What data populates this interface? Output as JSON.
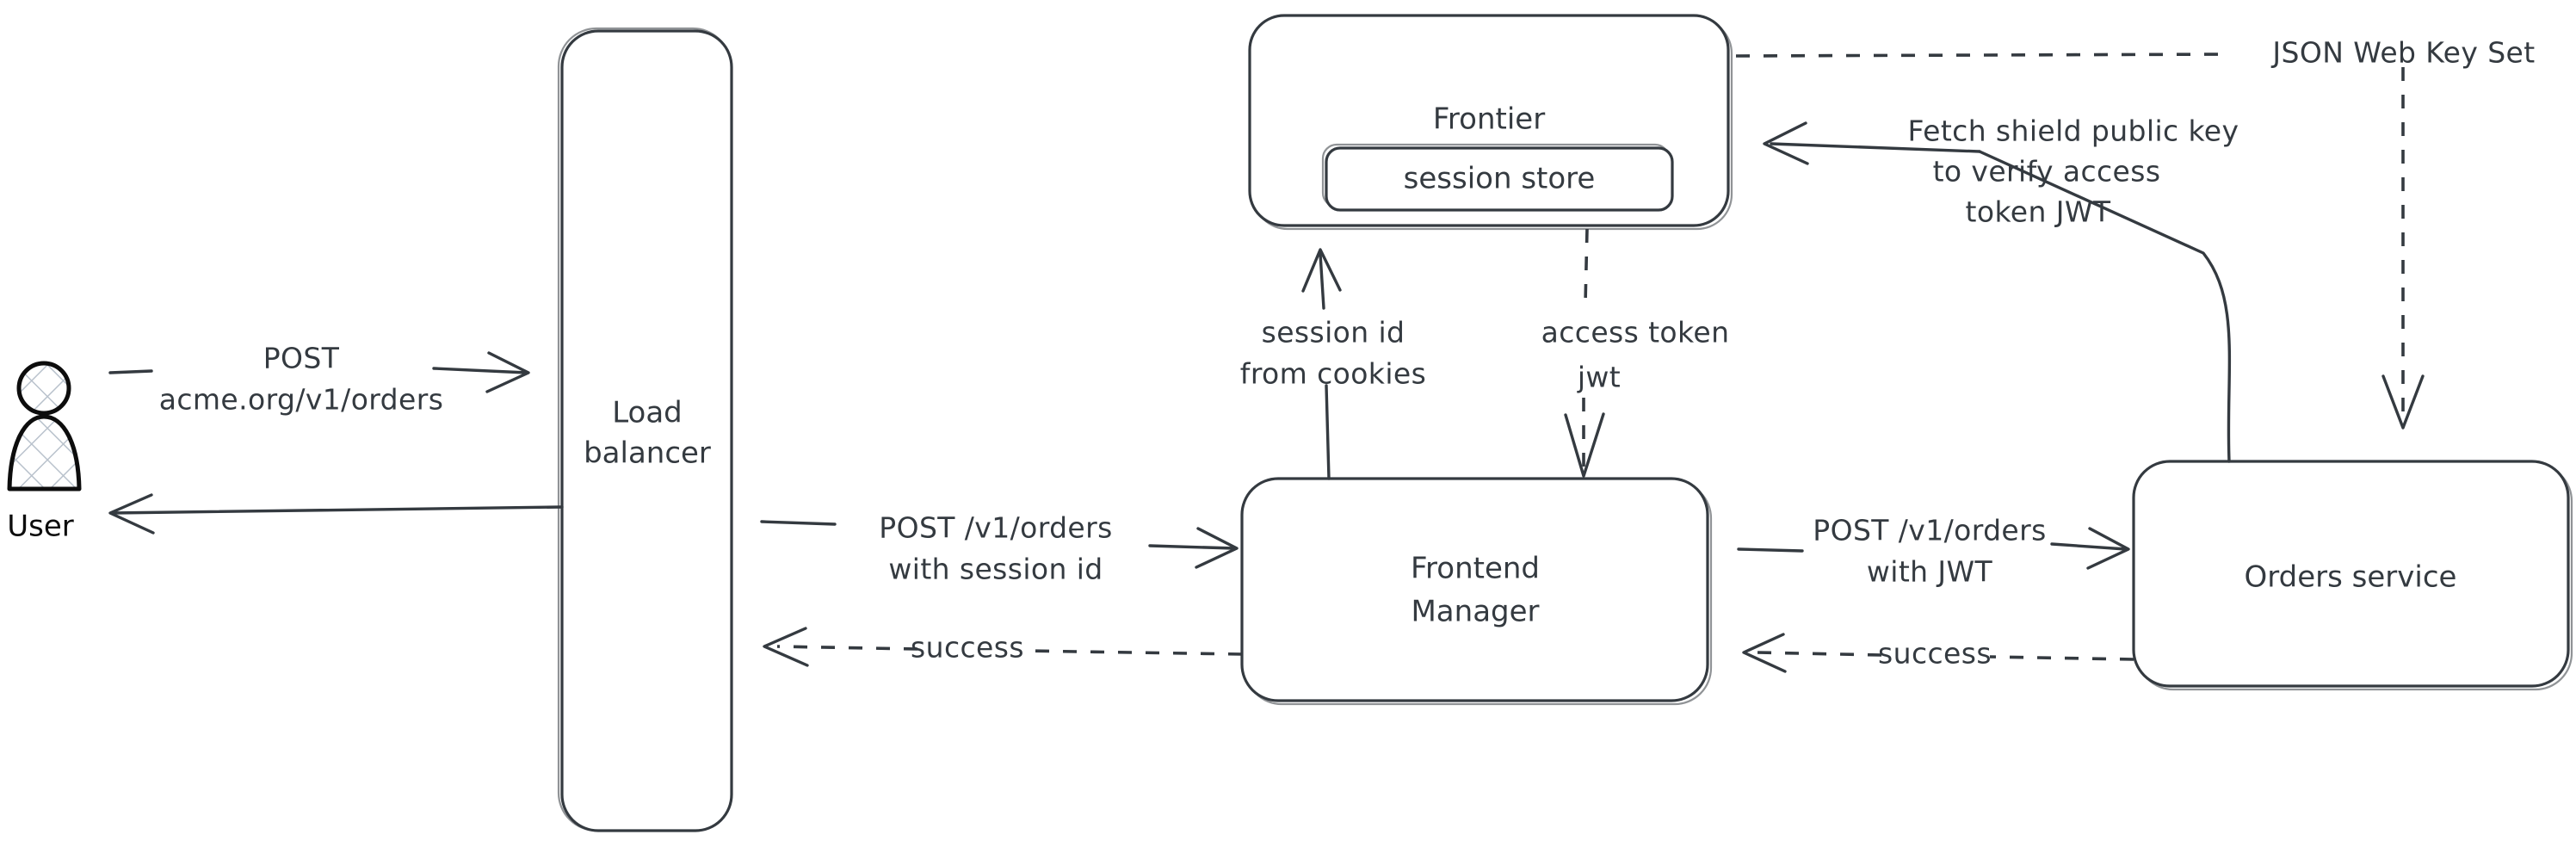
{
  "diagram": {
    "title": "Auth request flow: user to orders service",
    "colors": {
      "ink": "#343a40",
      "user_ink": "#0d0d0d",
      "background": "#ffffff",
      "hatch": "#b9c2cc"
    },
    "nodes": [
      {
        "id": "user",
        "label": "User",
        "shape": "person"
      },
      {
        "id": "lb",
        "label_line1": "Load",
        "label_line2": "balancer",
        "shape": "tall-rounded-rect"
      },
      {
        "id": "frontier",
        "label": "Frontier",
        "shape": "rounded-rect"
      },
      {
        "id": "sessionstore",
        "label": "session store",
        "shape": "rounded-rect-nested"
      },
      {
        "id": "fm",
        "label_line1": "Frontend",
        "label_line2": "Manager",
        "shape": "rounded-rect"
      },
      {
        "id": "orders",
        "label": "Orders service",
        "shape": "rounded-rect"
      }
    ],
    "edges": [
      {
        "id": "user-to-lb",
        "from": "user",
        "to": "lb",
        "style": "solid",
        "direction": "right",
        "label_line1": "POST",
        "label_line2": "acme.org/v1/orders"
      },
      {
        "id": "lb-to-user",
        "from": "lb",
        "to": "user",
        "style": "solid",
        "direction": "left",
        "label_line1": "",
        "label_line2": ""
      },
      {
        "id": "lb-to-fm",
        "from": "lb",
        "to": "fm",
        "style": "solid",
        "direction": "right",
        "label_line1": "POST /v1/orders",
        "label_line2": "with session id"
      },
      {
        "id": "fm-to-lb",
        "from": "fm",
        "to": "lb",
        "style": "dashed",
        "direction": "left",
        "label_line1": "success",
        "label_line2": ""
      },
      {
        "id": "fm-to-orders",
        "from": "fm",
        "to": "orders",
        "style": "solid",
        "direction": "right",
        "label_line1": "POST /v1/orders",
        "label_line2": "with JWT"
      },
      {
        "id": "orders-to-fm",
        "from": "orders",
        "to": "fm",
        "style": "dashed",
        "direction": "left",
        "label_line1": "success",
        "label_line2": ""
      },
      {
        "id": "fm-to-frontier",
        "from": "fm",
        "to": "frontier",
        "style": "solid",
        "direction": "up",
        "label_line1": "session id",
        "label_line2": "from cookies"
      },
      {
        "id": "frontier-to-fm",
        "from": "frontier",
        "to": "fm",
        "style": "dashed",
        "direction": "down",
        "label_line1": "access token",
        "label_line2": "jwt"
      },
      {
        "id": "orders-to-frontier",
        "from": "orders",
        "to": "frontier",
        "style": "solid",
        "direction": "left",
        "label_line1": "Fetch shield public key",
        "label_line2": "to verify access",
        "label_line3": "token JWT"
      },
      {
        "id": "frontier-jwks-to-orders",
        "from": "frontier",
        "to": "orders",
        "style": "dashed",
        "direction": "down",
        "label_line1": "JSON Web Key Set",
        "label_line2": ""
      }
    ]
  }
}
